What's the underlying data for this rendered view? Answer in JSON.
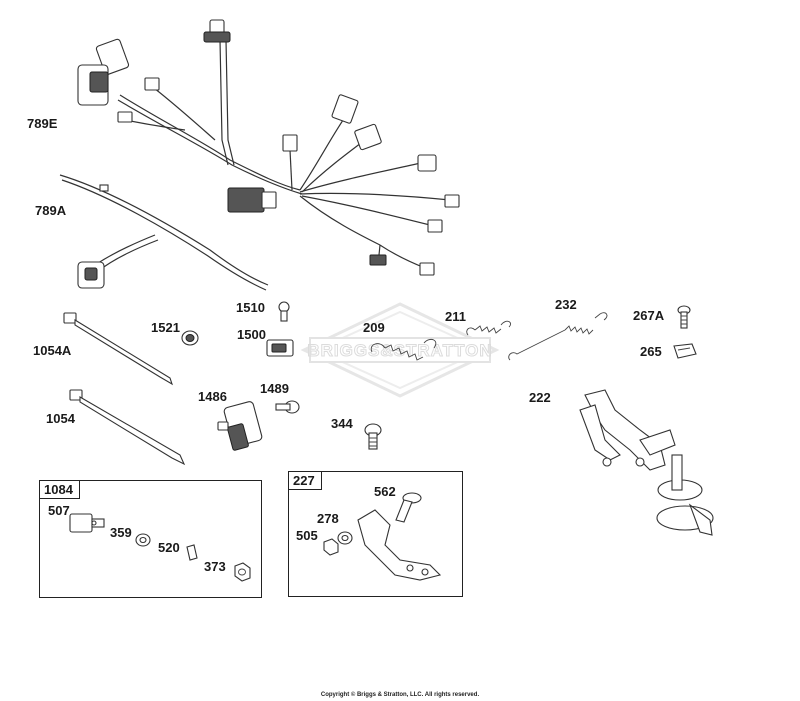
{
  "diagram": {
    "callouts": {
      "harness_main": "789E",
      "harness_secondary": "789A",
      "cable_tie_a": "1054A",
      "cable_tie": "1054",
      "grommet": "1521",
      "screw_1510": "1510",
      "connector_1500": "1500",
      "spring_209": "209",
      "spring_211": "211",
      "spring_232": "232",
      "screw_267a": "267A",
      "clip_265": "265",
      "sensor_1486": "1486",
      "screw_1489": "1489",
      "bolt_344": "344",
      "bracket_222": "222",
      "kit_1084_switch": "507",
      "kit_1084_washer": "359",
      "kit_1084_clip": "520",
      "kit_1084_nut": "373",
      "kit_227_bolt": "562",
      "kit_227_washer": "278",
      "kit_227_nut": "505"
    },
    "kits": [
      {
        "label": "1084"
      },
      {
        "label": "227"
      }
    ],
    "watermark": "BRIGGS & STRATTON",
    "copyright": "Copyright © Briggs & Stratton, LLC. All rights reserved."
  }
}
